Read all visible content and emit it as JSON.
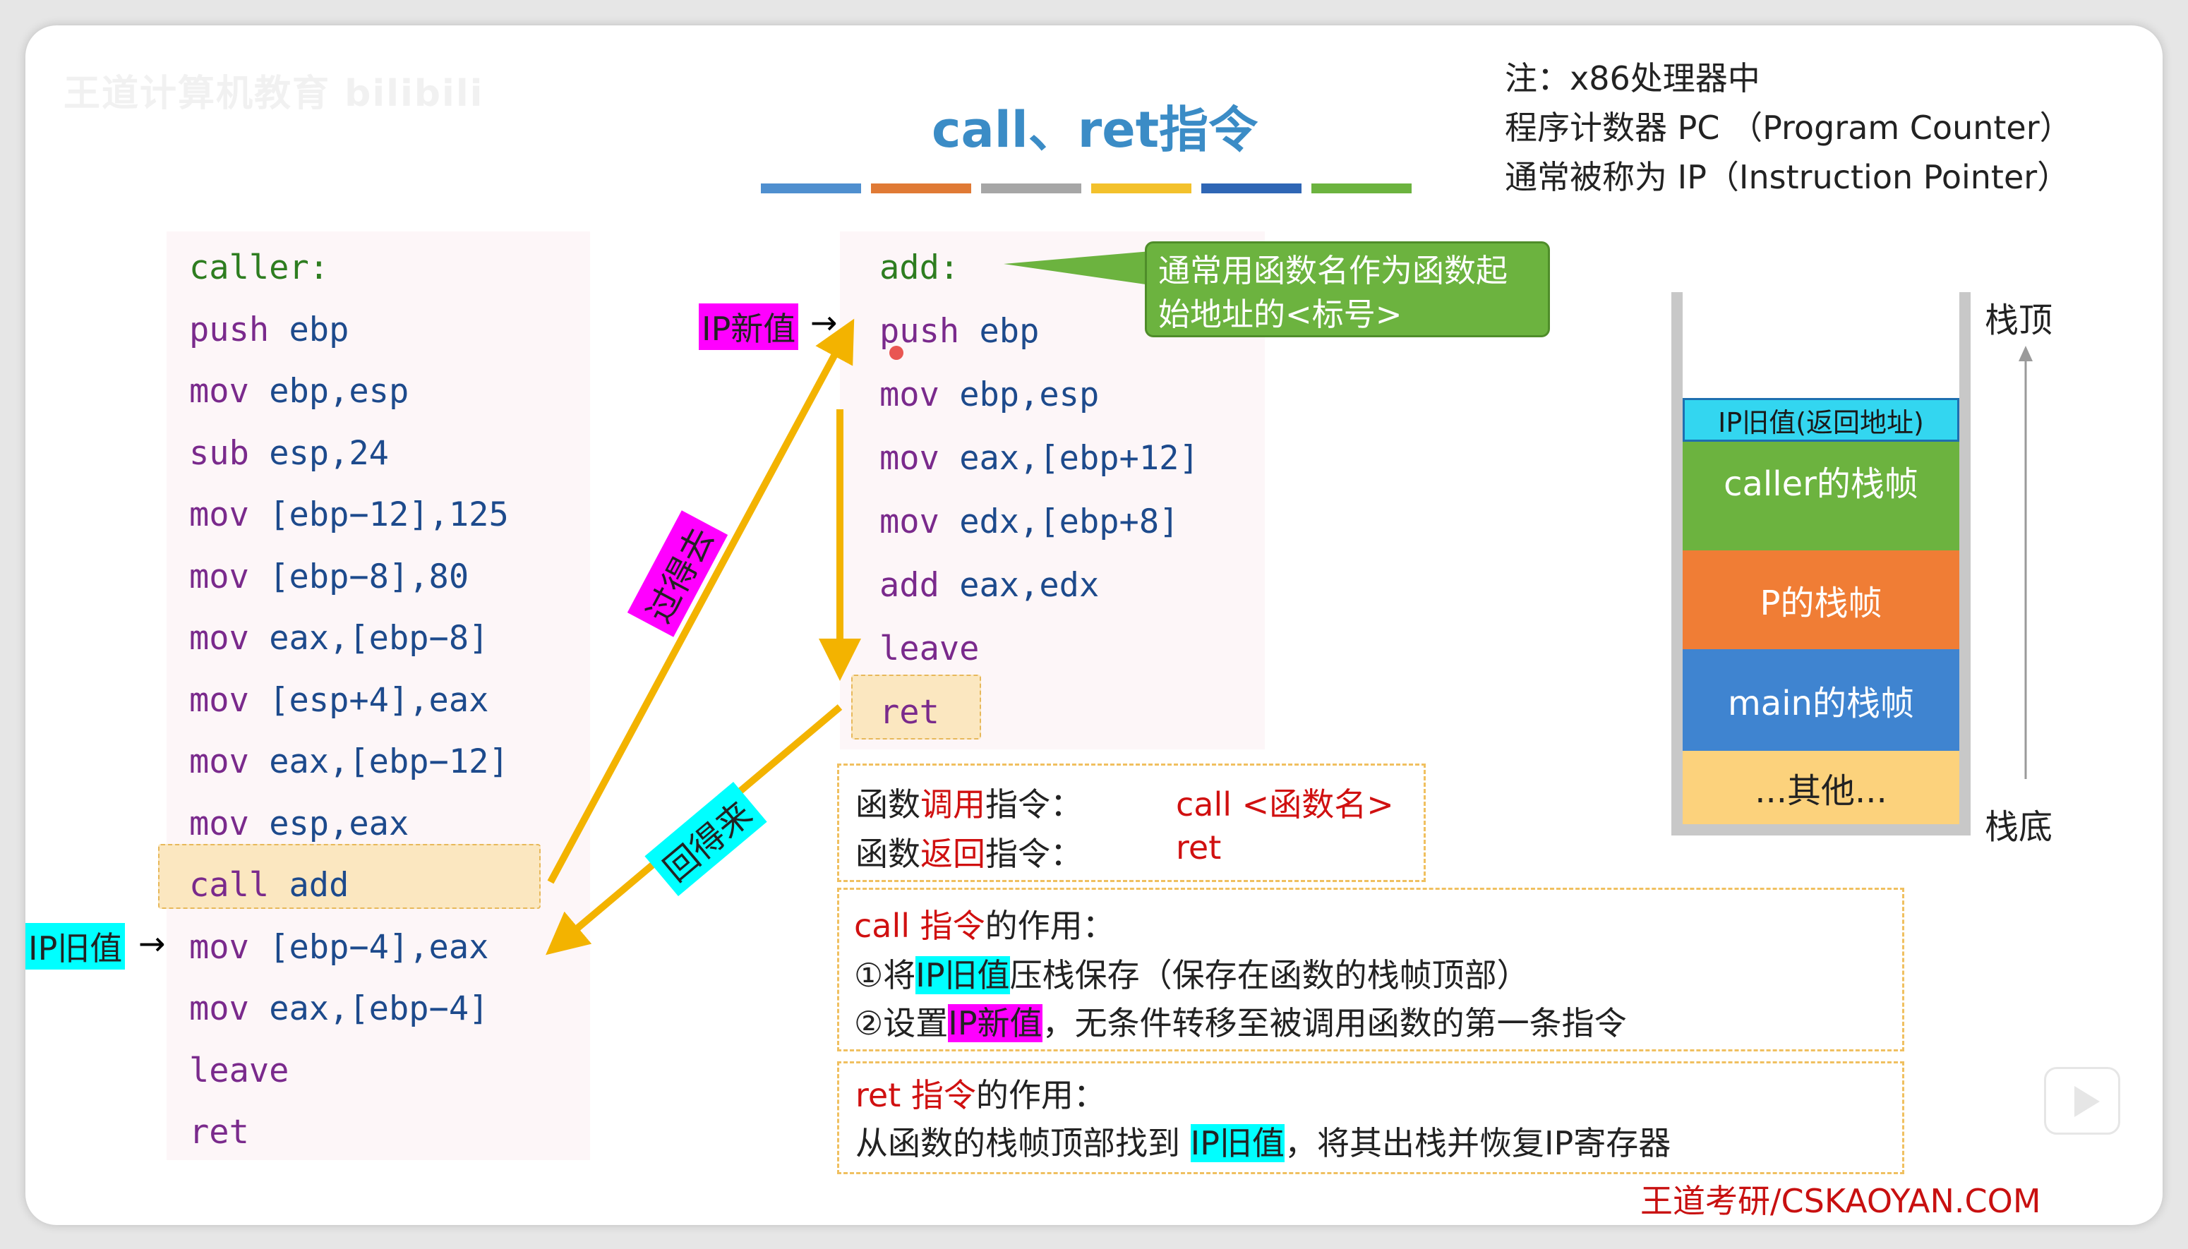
{
  "watermark": "王道计算机教育 bilibili",
  "title": "call、ret指令",
  "title_bar_colors": [
    "#4f8fcf",
    "#e07a35",
    "#a6a6a6",
    "#f3c12c",
    "#2f66b5",
    "#6cb33f"
  ],
  "note": {
    "line1": "注：x86处理器中",
    "line2": "程序计数器 PC （Program Counter）",
    "line3": "通常被称为 IP（Instruction Pointer）"
  },
  "caller_code": [
    {
      "op": "caller:",
      "args": ""
    },
    {
      "op": "push",
      "args": "ebp"
    },
    {
      "op": "mov",
      "args": "ebp,esp"
    },
    {
      "op": "sub",
      "args": "esp,24"
    },
    {
      "op": "mov",
      "args": "[ebp−12],125"
    },
    {
      "op": "mov",
      "args": "[ebp−8],80"
    },
    {
      "op": "mov",
      "args": "eax,[ebp−8]"
    },
    {
      "op": "mov",
      "args": "[esp+4],eax"
    },
    {
      "op": "mov",
      "args": "eax,[ebp−12]"
    },
    {
      "op": "mov",
      "args": "esp,eax"
    },
    {
      "op": "call",
      "args": " add"
    },
    {
      "op": "mov",
      "args": "[ebp−4],eax"
    },
    {
      "op": "mov",
      "args": "eax,[ebp−4]"
    },
    {
      "op": "leave",
      "args": ""
    },
    {
      "op": "ret",
      "args": ""
    }
  ],
  "add_code": [
    {
      "op": "add:",
      "args": ""
    },
    {
      "op": "push",
      "args": "ebp"
    },
    {
      "op": "mov",
      "args": "ebp,esp"
    },
    {
      "op": "mov",
      "args": "eax,[ebp+12]"
    },
    {
      "op": "mov",
      "args": "edx,[ebp+8]"
    },
    {
      "op": "add",
      "args": "eax,edx"
    },
    {
      "op": "leave",
      "args": ""
    },
    {
      "op": "ret",
      "args": ""
    }
  ],
  "ip_new_tag": "IP新值",
  "ip_old_tag": "IP旧值",
  "arrow_glyph": "→",
  "go_label": "过得去",
  "back_label": "回得来",
  "callout": "通常用函数名作为函数起始地址的<标号>",
  "instr_box": {
    "call_prefix": "函数",
    "call_red": "调用",
    "call_suffix": "指令：",
    "call_syntax": "call <函数名>",
    "ret_prefix": "函数",
    "ret_red": "返回",
    "ret_suffix": "指令：",
    "ret_syntax": "ret"
  },
  "call_effect": {
    "heading_red": "call 指令",
    "heading_rest": "的作用：",
    "l1_prefix": "①将",
    "l1_tag": "IP旧值",
    "l1_suffix": "压栈保存（保存在函数的栈帧顶部）",
    "l2_prefix": "②设置",
    "l2_tag": "IP新值",
    "l2_suffix": "，无条件转移至被调用函数的第一条指令"
  },
  "ret_effect": {
    "heading_red": "ret 指令",
    "heading_rest": "的作用：",
    "l1_prefix": "从函数的栈帧顶部找到 ",
    "l1_tag": "IP旧值",
    "l1_suffix": "，将其出栈并恢复IP寄存器"
  },
  "stack": {
    "top_label": "栈顶",
    "bottom_label": "栈底",
    "frames": [
      {
        "label": "IP旧值(返回地址)",
        "color": "#33d6f0"
      },
      {
        "label": "caller的栈帧",
        "color": "#6cb33f"
      },
      {
        "label": "P的栈帧",
        "color": "#f07d35"
      },
      {
        "label": "main的栈帧",
        "color": "#3f84d0"
      },
      {
        "label": "...其他...",
        "color": "#fcd27c"
      }
    ]
  },
  "footer": "王道考研/CSKAOYAN.COM"
}
